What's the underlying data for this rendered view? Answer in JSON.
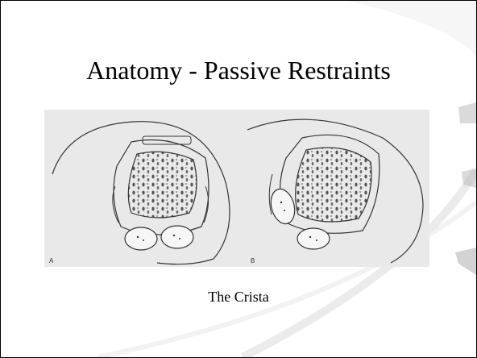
{
  "slide": {
    "title": "Anatomy - Passive Restraints",
    "caption": "The Crista"
  },
  "figure": {
    "panel_a_label": "A",
    "panel_b_label": "B"
  }
}
